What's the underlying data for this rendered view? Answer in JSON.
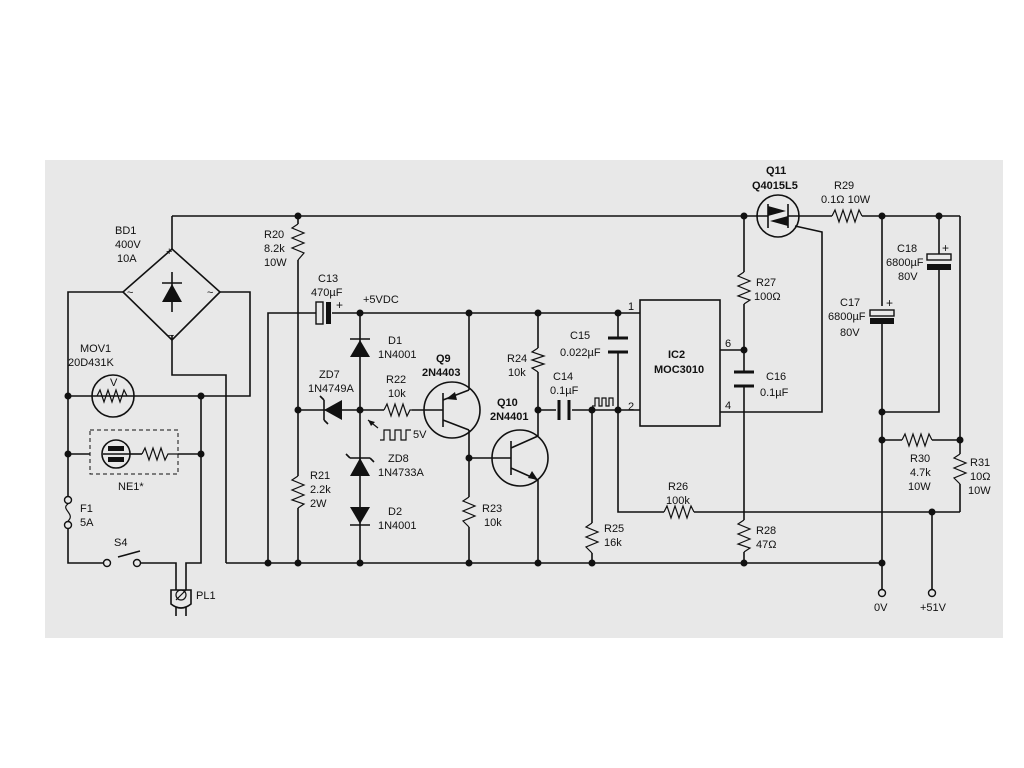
{
  "components": {
    "bd1": {
      "ref": "BD1",
      "rating": "400V",
      "current": "10A",
      "plus": "+",
      "minus": "−",
      "ac1": "~",
      "ac2": "~"
    },
    "mov1": {
      "ref": "MOV1",
      "part": "20D431K",
      "symbol": "V"
    },
    "ne1": {
      "ref": "NE1*"
    },
    "f1": {
      "ref": "F1",
      "rating": "5A"
    },
    "s4": {
      "ref": "S4"
    },
    "pl1": {
      "ref": "PL1"
    },
    "r20": {
      "ref": "R20",
      "value": "8.2k",
      "power": "10W"
    },
    "c13": {
      "ref": "C13",
      "value": "470µF",
      "pol": "+"
    },
    "vdc": {
      "label": "+5VDC"
    },
    "d1": {
      "ref": "D1",
      "part": "1N4001"
    },
    "zd7": {
      "ref": "ZD7",
      "part": "1N4749A"
    },
    "r22": {
      "ref": "R22",
      "value": "10k"
    },
    "pulse": {
      "label": "5V"
    },
    "zd8": {
      "ref": "ZD8",
      "part": "1N4733A"
    },
    "r21": {
      "ref": "R21",
      "value": "2.2k",
      "power": "2W"
    },
    "d2": {
      "ref": "D2",
      "part": "1N4001"
    },
    "q9": {
      "ref": "Q9",
      "part": "2N4403"
    },
    "q10": {
      "ref": "Q10",
      "part": "2N4401"
    },
    "r23": {
      "ref": "R23",
      "value": "10k"
    },
    "r24": {
      "ref": "R24",
      "value": "10k"
    },
    "c14": {
      "ref": "C14",
      "value": "0.1µF"
    },
    "c15": {
      "ref": "C15",
      "value": "0.022µF"
    },
    "r25": {
      "ref": "R25",
      "value": "16k"
    },
    "r26": {
      "ref": "R26",
      "value": "100k"
    },
    "ic2": {
      "ref": "IC2",
      "part": "MOC3010",
      "pin1": "1",
      "pin2": "2",
      "pin4": "4",
      "pin6": "6"
    },
    "q11": {
      "ref": "Q11",
      "part": "Q4015L5"
    },
    "r27": {
      "ref": "R27",
      "value": "100Ω"
    },
    "c16": {
      "ref": "C16",
      "value": "0.1µF"
    },
    "r28": {
      "ref": "R28",
      "value": "47Ω"
    },
    "r29": {
      "ref": "R29",
      "value": "0.1Ω 10W"
    },
    "c18": {
      "ref": "C18",
      "value": "6800µF",
      "voltage": "80V",
      "pol": "+"
    },
    "c17": {
      "ref": "C17",
      "value": "6800µF",
      "voltage": "80V",
      "pol": "+"
    },
    "r30": {
      "ref": "R30",
      "value": "4.7k",
      "power": "10W"
    },
    "r31": {
      "ref": "R31",
      "value": "10Ω",
      "power": "10W"
    }
  },
  "terminals": {
    "gnd": "0V",
    "out": "+51V"
  },
  "colors": {
    "panel": "#e8e8e8",
    "ink": "#111111"
  }
}
